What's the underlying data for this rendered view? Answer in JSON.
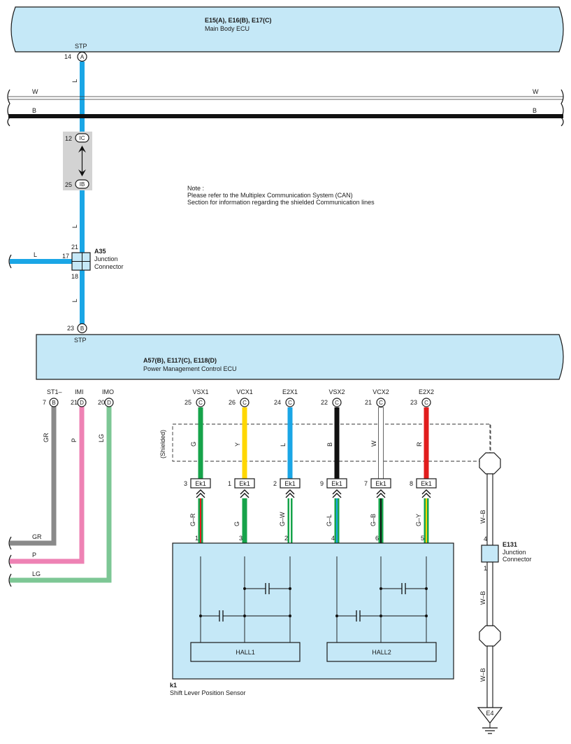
{
  "ecu_top": {
    "title": "E15(A), E16(B), E17(C)",
    "name": "Main Body ECU",
    "pin_name": "STP",
    "pin_num": "14",
    "pin_conn": "A"
  },
  "bus_lines": {
    "w_left": "W",
    "w_right": "W",
    "b_left": "B",
    "b_right": "B"
  },
  "stp_wire_label": "L",
  "joint": {
    "top_num": "12",
    "top_conn": "IC",
    "bottom_num": "25",
    "bottom_conn": "IB"
  },
  "note": {
    "line1": "Note :",
    "line2": "Please refer to the Multiplex Communication System (CAN)",
    "line3": "Section for information regarding the shielded Communication lines"
  },
  "a35": {
    "title": "A35",
    "line1": "Junction",
    "line2": "Connector",
    "pin_top": "21",
    "pin_left": "17",
    "pin_bottom": "18",
    "left_wire": "L"
  },
  "ecu_bottom": {
    "title": "A57(B), E117(C), E118(D)",
    "name": "Power Management Control ECU",
    "pin_name": "STP",
    "pin_num": "23",
    "pin_conn": "B"
  },
  "left_pins": [
    {
      "name": "ST1–",
      "num": "7",
      "conn": "B",
      "wire": "GR",
      "end_label": "GR",
      "color": "#8a8a8a"
    },
    {
      "name": "IMI",
      "num": "21",
      "conn": "D",
      "wire": "P",
      "end_label": "P",
      "color": "#ee82b4"
    },
    {
      "name": "IMO",
      "num": "20",
      "conn": "D",
      "wire": "LG",
      "end_label": "LG",
      "color": "#7dc795"
    }
  ],
  "sensor_pins": [
    {
      "name": "VSX1",
      "num": "25",
      "conn": "C",
      "wire": "G",
      "ek_num": "3",
      "ek": "Ek1",
      "lower_wire": "G–R",
      "sensor_num": "1",
      "sensor_label": "VSX1",
      "color": "#16a34a"
    },
    {
      "name": "VCX1",
      "num": "26",
      "conn": "C",
      "wire": "Y",
      "ek_num": "1",
      "ek": "Ek1",
      "lower_wire": "G",
      "sensor_num": "3",
      "sensor_label": "VCX1",
      "color": "#ffd700"
    },
    {
      "name": "E2X1",
      "num": "24",
      "conn": "C",
      "wire": "L",
      "ek_num": "2",
      "ek": "Ek1",
      "lower_wire": "G–W",
      "sensor_num": "2",
      "sensor_label": "E2X1",
      "color": "#1aa6e6"
    },
    {
      "name": "VSX2",
      "num": "22",
      "conn": "C",
      "wire": "B",
      "ek_num": "9",
      "ek": "Ek1",
      "lower_wire": "G–L",
      "sensor_num": "4",
      "sensor_label": "VSX2",
      "color": "#111111"
    },
    {
      "name": "VCX2",
      "num": "21",
      "conn": "C",
      "wire": "W",
      "ek_num": "7",
      "ek": "Ek1",
      "lower_wire": "G–B",
      "sensor_num": "6",
      "sensor_label": "VCX2",
      "color": "#ffffff"
    },
    {
      "name": "E2X2",
      "num": "23",
      "conn": "C",
      "wire": "R",
      "ek_num": "8",
      "ek": "Ek1",
      "lower_wire": "G–Y",
      "sensor_num": "5",
      "sensor_label": "E2X2",
      "color": "#e11d1d"
    }
  ],
  "shielded_label": "(Shielded)",
  "sensor": {
    "id": "k1",
    "name": "Shift Lever Position Sensor",
    "hall1": "HALL1",
    "hall2": "HALL2"
  },
  "e131": {
    "title": "E131",
    "line1": "Junction",
    "line2": "Connector",
    "pin_top": "4",
    "pin_bottom": "1"
  },
  "ground_wires": [
    "W–B",
    "W–B",
    "W–B"
  ],
  "ground": {
    "label": "E4"
  },
  "colors": {
    "ecu_fill": "#c5e8f7",
    "joint_fill": "#d3d3d3",
    "stp_wire": "#1aa6e6"
  }
}
